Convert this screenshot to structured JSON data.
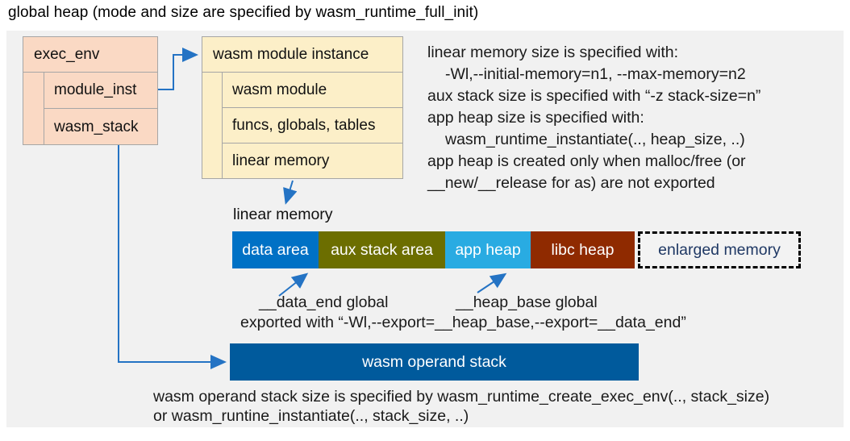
{
  "title": "global heap (mode and size are specified by wasm_runtime_full_init)",
  "exec_env": {
    "header": "exec_env",
    "fields": [
      "module_inst",
      "wasm_stack"
    ]
  },
  "module_instance": {
    "header": "wasm module instance",
    "fields": [
      "wasm module",
      "funcs, globals, tables",
      "linear memory"
    ]
  },
  "notes_right": {
    "lines": [
      {
        "text": "linear memory size is specified with:",
        "indent": false
      },
      {
        "text": "-Wl,--initial-memory=n1, --max-memory=n2",
        "indent": true
      },
      {
        "text": "aux stack size is specified with “-z stack-size=n”",
        "indent": false
      },
      {
        "text": "app heap size is specified with:",
        "indent": false
      },
      {
        "text": "wasm_runtime_instantiate(.., heap_size, ..)",
        "indent": true
      },
      {
        "text": "app heap is created only when malloc/free (or",
        "indent": false
      },
      {
        "text": "__new/__release for as) are not exported",
        "indent": false
      }
    ]
  },
  "linear_memory": {
    "label": "linear memory",
    "segments": [
      {
        "label": "data area",
        "color": "#0071C5",
        "text_color": "#FFFFFF",
        "style": "solid"
      },
      {
        "label": "aux stack area",
        "color": "#6C6E00",
        "text_color": "#FFFFFF",
        "style": "solid"
      },
      {
        "label": "app heap",
        "color": "#29ABE2",
        "text_color": "#FFFFFF",
        "style": "solid"
      },
      {
        "label": "libc heap",
        "color": "#8F2A00",
        "text_color": "#FFFFFF",
        "style": "solid"
      },
      {
        "label": "enlarged memory",
        "color": "#F3F3F3",
        "text_color": "#1F3864",
        "style": "dashed"
      }
    ]
  },
  "annotations": {
    "data_end": "__data_end global",
    "heap_base": "__heap_base global",
    "exported": "exported with “-Wl,--export=__heap_base,--export=__data_end”"
  },
  "operand_stack": {
    "label": "wasm operand stack",
    "color": "#005A9C"
  },
  "footer": {
    "lines": [
      "wasm operand stack size is specified by wasm_runtime_create_exec_env(.., stack_size)",
      "or wasm_runtine_instantiate(.., stack_size, ..)"
    ]
  },
  "colors": {
    "panel_background": "#F1F1F1",
    "struct_pink": "#FAD9C4",
    "struct_cream": "#FCEFC8",
    "struct_border": "#A6A6A6",
    "connector_blue": "#2473C4",
    "enlarged_text_navy": "#1F3864"
  }
}
